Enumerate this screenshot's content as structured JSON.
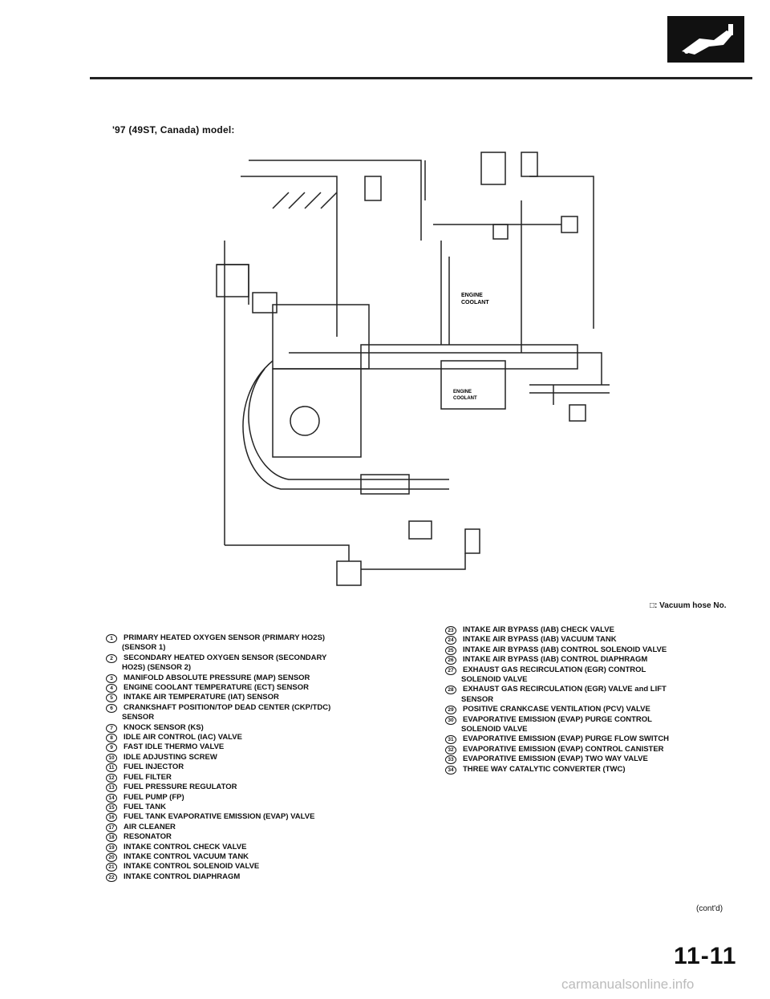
{
  "header": {
    "title": "'97 (49ST, Canada) model:"
  },
  "diagram": {
    "labels": {
      "engine_coolant_1": "ENGINE",
      "engine_coolant_2": "COOLANT",
      "engine_coolant_3": "ENGINE",
      "engine_coolant_4": "COOLANT"
    },
    "vacuum_note": "□: Vacuum hose No."
  },
  "legend_left": [
    {
      "n": "1",
      "text": "PRIMARY HEATED OXYGEN SENSOR (PRIMARY HO2S)"
    },
    {
      "n": "",
      "text": "(SENSOR 1)"
    },
    {
      "n": "2",
      "text": "SECONDARY HEATED OXYGEN SENSOR (SECONDARY"
    },
    {
      "n": "",
      "text": "HO2S) (SENSOR 2)"
    },
    {
      "n": "3",
      "text": "MANIFOLD ABSOLUTE PRESSURE (MAP) SENSOR"
    },
    {
      "n": "4",
      "text": "ENGINE COOLANT TEMPERATURE (ECT) SENSOR"
    },
    {
      "n": "5",
      "text": "INTAKE AIR TEMPERATURE (IAT) SENSOR"
    },
    {
      "n": "6",
      "text": "CRANKSHAFT POSITION/TOP DEAD CENTER (CKP/TDC)"
    },
    {
      "n": "",
      "text": "SENSOR"
    },
    {
      "n": "7",
      "text": "KNOCK SENSOR (KS)"
    },
    {
      "n": "8",
      "text": "IDLE AIR CONTROL (IAC) VALVE"
    },
    {
      "n": "9",
      "text": "FAST IDLE THERMO VALVE"
    },
    {
      "n": "10",
      "text": "IDLE ADJUSTING SCREW"
    },
    {
      "n": "11",
      "text": "FUEL INJECTOR"
    },
    {
      "n": "12",
      "text": "FUEL FILTER"
    },
    {
      "n": "13",
      "text": "FUEL PRESSURE REGULATOR"
    },
    {
      "n": "14",
      "text": "FUEL PUMP (FP)"
    },
    {
      "n": "15",
      "text": "FUEL TANK"
    },
    {
      "n": "16",
      "text": "FUEL TANK EVAPORATIVE EMISSION (EVAP) VALVE"
    },
    {
      "n": "17",
      "text": "AIR CLEANER"
    },
    {
      "n": "18",
      "text": "RESONATOR"
    },
    {
      "n": "19",
      "text": "INTAKE CONTROL CHECK VALVE"
    },
    {
      "n": "20",
      "text": "INTAKE CONTROL VACUUM TANK"
    },
    {
      "n": "21",
      "text": "INTAKE CONTROL SOLENOID VALVE"
    },
    {
      "n": "22",
      "text": "INTAKE CONTROL DIAPHRAGM"
    }
  ],
  "legend_right": [
    {
      "n": "23",
      "text": "INTAKE AIR BYPASS (IAB) CHECK VALVE"
    },
    {
      "n": "24",
      "text": "INTAKE AIR BYPASS (IAB) VACUUM TANK"
    },
    {
      "n": "25",
      "text": "INTAKE AIR BYPASS (IAB) CONTROL SOLENOID VALVE"
    },
    {
      "n": "26",
      "text": "INTAKE AIR BYPASS (IAB) CONTROL DIAPHRAGM"
    },
    {
      "n": "27",
      "text": "EXHAUST GAS RECIRCULATION (EGR) CONTROL"
    },
    {
      "n": "",
      "text": "SOLENOID VALVE"
    },
    {
      "n": "28",
      "text": "EXHAUST GAS RECIRCULATION (EGR) VALVE and LIFT"
    },
    {
      "n": "",
      "text": "SENSOR"
    },
    {
      "n": "29",
      "text": "POSITIVE CRANKCASE VENTILATION (PCV) VALVE"
    },
    {
      "n": "30",
      "text": "EVAPORATIVE EMISSION (EVAP) PURGE CONTROL"
    },
    {
      "n": "",
      "text": "SOLENOID VALVE"
    },
    {
      "n": "31",
      "text": "EVAPORATIVE EMISSION (EVAP) PURGE FLOW SWITCH"
    },
    {
      "n": "32",
      "text": "EVAPORATIVE EMISSION (EVAP) CONTROL CANISTER"
    },
    {
      "n": "33",
      "text": "EVAPORATIVE EMISSION (EVAP) TWO WAY VALVE"
    },
    {
      "n": "34",
      "text": "THREE WAY CATALYTIC CONVERTER (TWC)"
    }
  ],
  "footer": {
    "contd": "(cont'd)",
    "page_number": "11-11",
    "watermark": "carmanualsonline.info"
  }
}
